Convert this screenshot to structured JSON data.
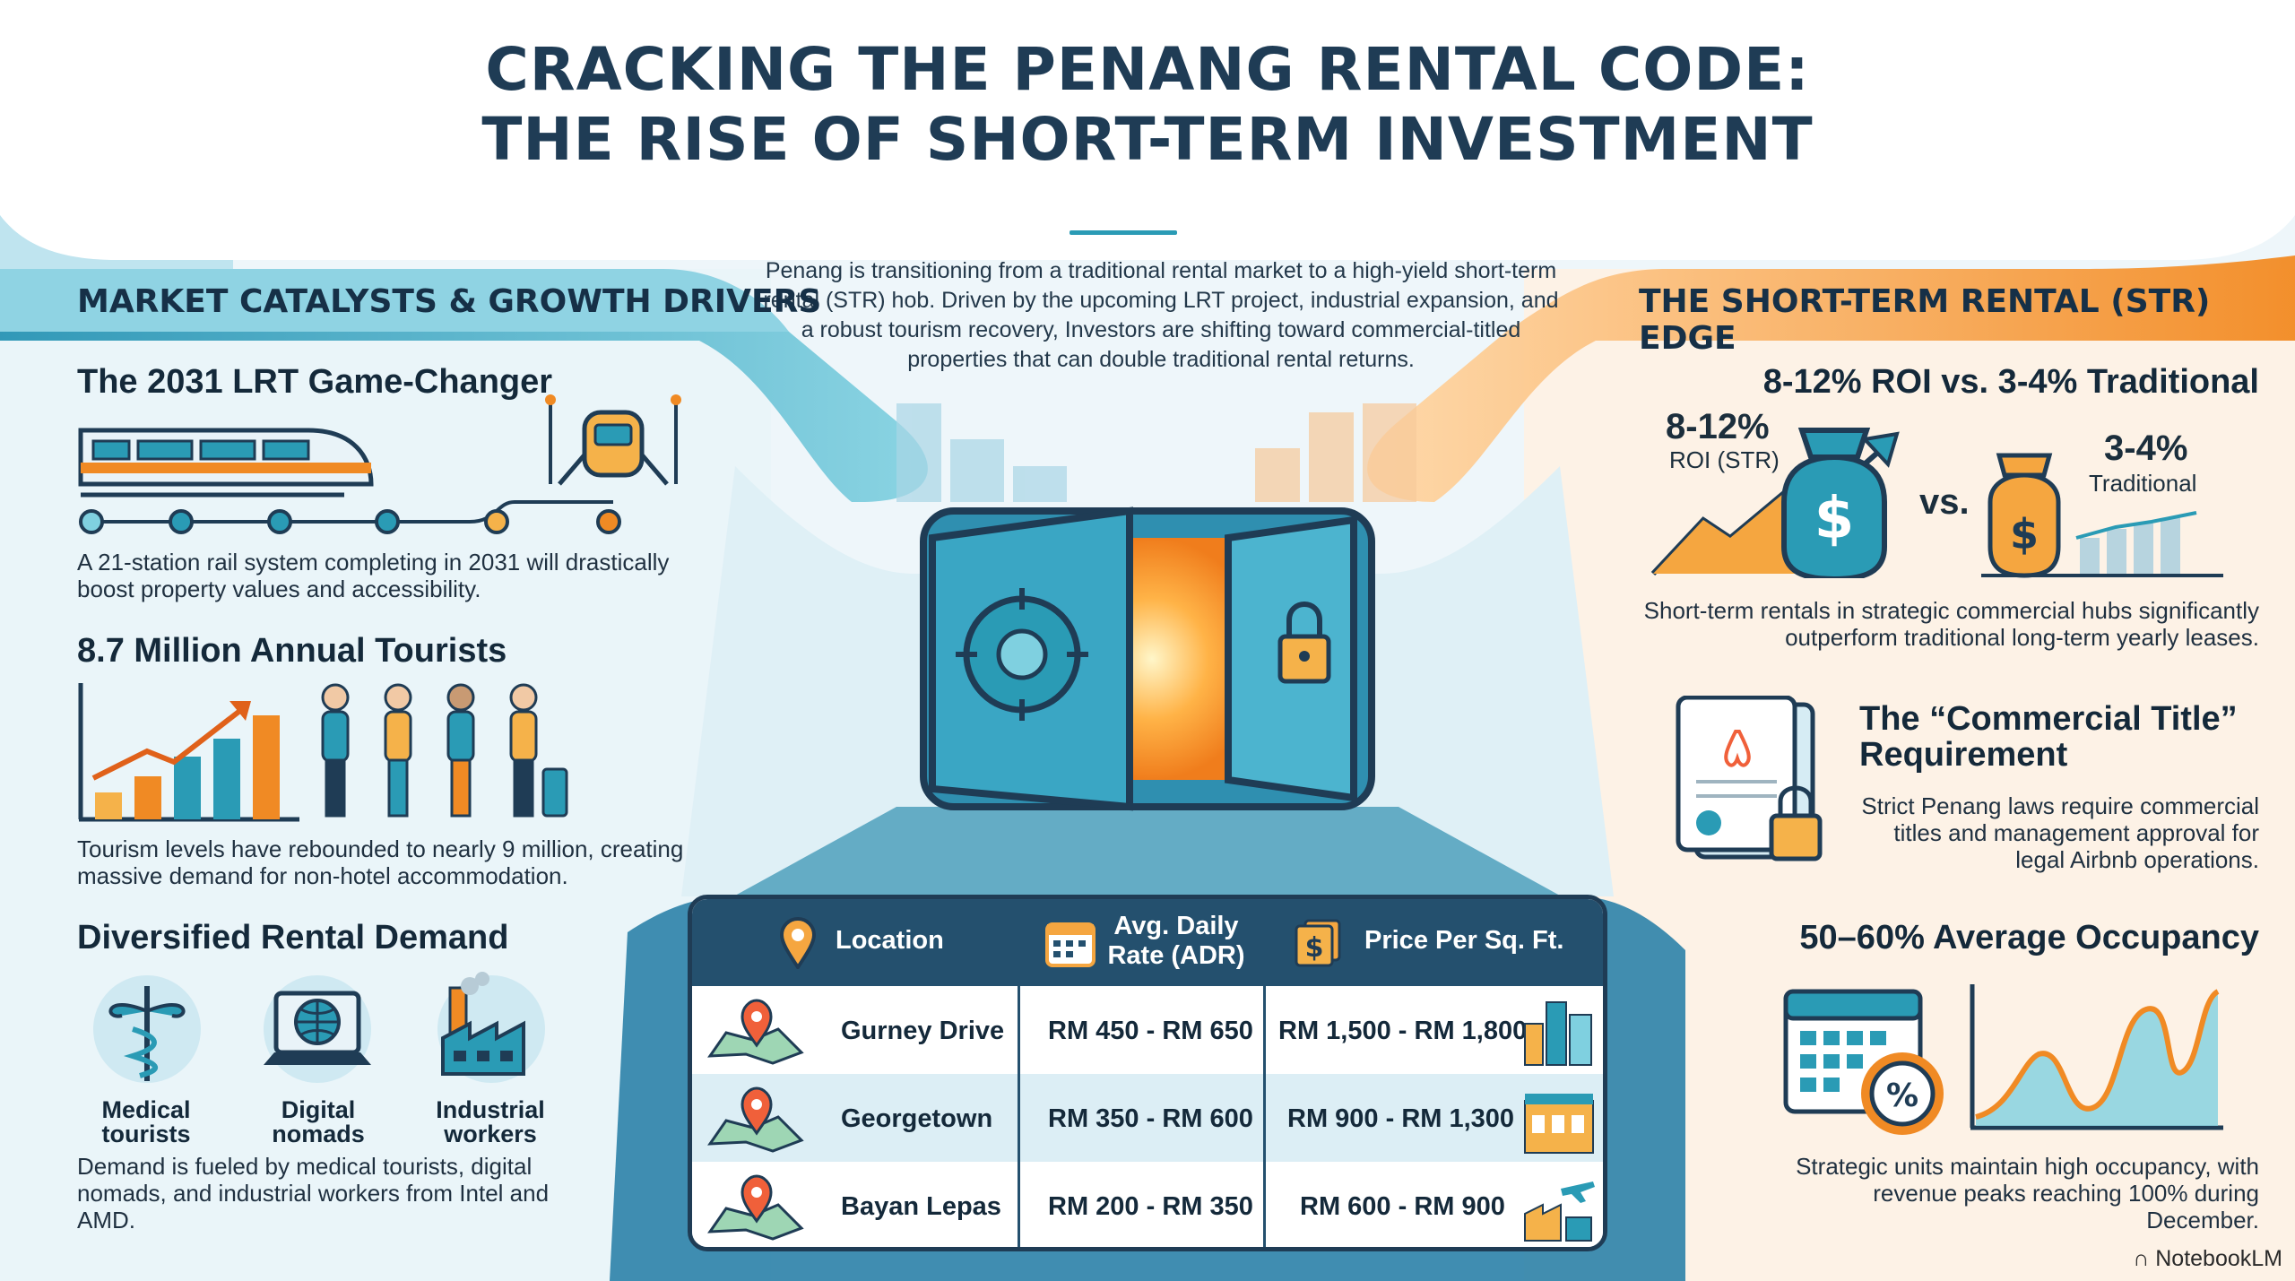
{
  "header": {
    "title_line1": "CRACKING THE PENANG RENTAL CODE:",
    "title_line2": "THE RISE OF SHORT-TERM INVESTMENT",
    "intro": "Penang is transitioning from a traditional rental market to a high-yield short-term rental (STR) hob. Driven by the upcoming LRT project, industrial expansion, and a robust tourism recovery, Investors are shifting toward commercial-titled properties that can double traditional rental returns."
  },
  "left": {
    "band_title": "MARKET CATALYSTS & GROWTH DRIVERS",
    "lrt": {
      "heading": "The 2031 LRT Game-Changer",
      "text": "A 21-station rail system completing in 2031 will drastically boost property values and accessibility."
    },
    "tourists": {
      "heading": "8.7 Million Annual Tourists",
      "text": "Tourism levels have rebounded to nearly 9 million, creating massive demand for non-hotel accommodation."
    },
    "demand": {
      "heading": "Diversified Rental Demand",
      "groups": [
        {
          "label_line1": "Medical",
          "label_line2": "tourists",
          "icon": "caduceus-icon"
        },
        {
          "label_line1": "Digital",
          "label_line2": "nomads",
          "icon": "laptop-globe-icon"
        },
        {
          "label_line1": "Industrial",
          "label_line2": "workers",
          "icon": "factory-icon"
        }
      ],
      "text": "Demand is fueled by medical tourists, digital nomads, and industrial workers from Intel and AMD."
    }
  },
  "right": {
    "band_title": "THE SHORT-TERM RENTAL (STR) EDGE",
    "roi": {
      "heading": "8-12% ROI vs. 3-4% Traditional",
      "str_value": "8-12%",
      "str_label": "ROI (STR)",
      "vs": "vs.",
      "trad_value": "3-4%",
      "trad_label": "Traditional",
      "text": "Short-term rentals in strategic commercial hubs significantly outperform traditional long-term yearly leases."
    },
    "commercial": {
      "heading_line1": "The “Commercial Title”",
      "heading_line2": "Requirement",
      "text": "Strict Penang laws require commercial titles and management approval for legal Airbnb operations."
    },
    "occupancy": {
      "heading": "50–60% Average Occupancy",
      "text": "Strategic units maintain high occupancy, with revenue peaks reaching 100% during December."
    }
  },
  "table": {
    "headers": {
      "location": "Location",
      "adr_line1": "Avg. Daily",
      "adr_line2": "Rate (ADR)",
      "price": "Price Per Sq. Ft."
    },
    "rows": [
      {
        "location": "Gurney Drive",
        "adr": "RM 450 - RM 650",
        "price": "RM 1,500 - RM 1,800"
      },
      {
        "location": "Georgetown",
        "adr": "RM 350 - RM 600",
        "price": "RM 900 - RM 1,300"
      },
      {
        "location": "Bayan Lepas",
        "adr": "RM 200 - RM 350",
        "price": "RM 600 - RM 900"
      }
    ]
  },
  "footer": {
    "brand": "NotebookLM"
  },
  "colors": {
    "navy": "#1f3c55",
    "teal": "#2a9bb5",
    "orange": "#f08a24",
    "table_header": "#24506e"
  }
}
